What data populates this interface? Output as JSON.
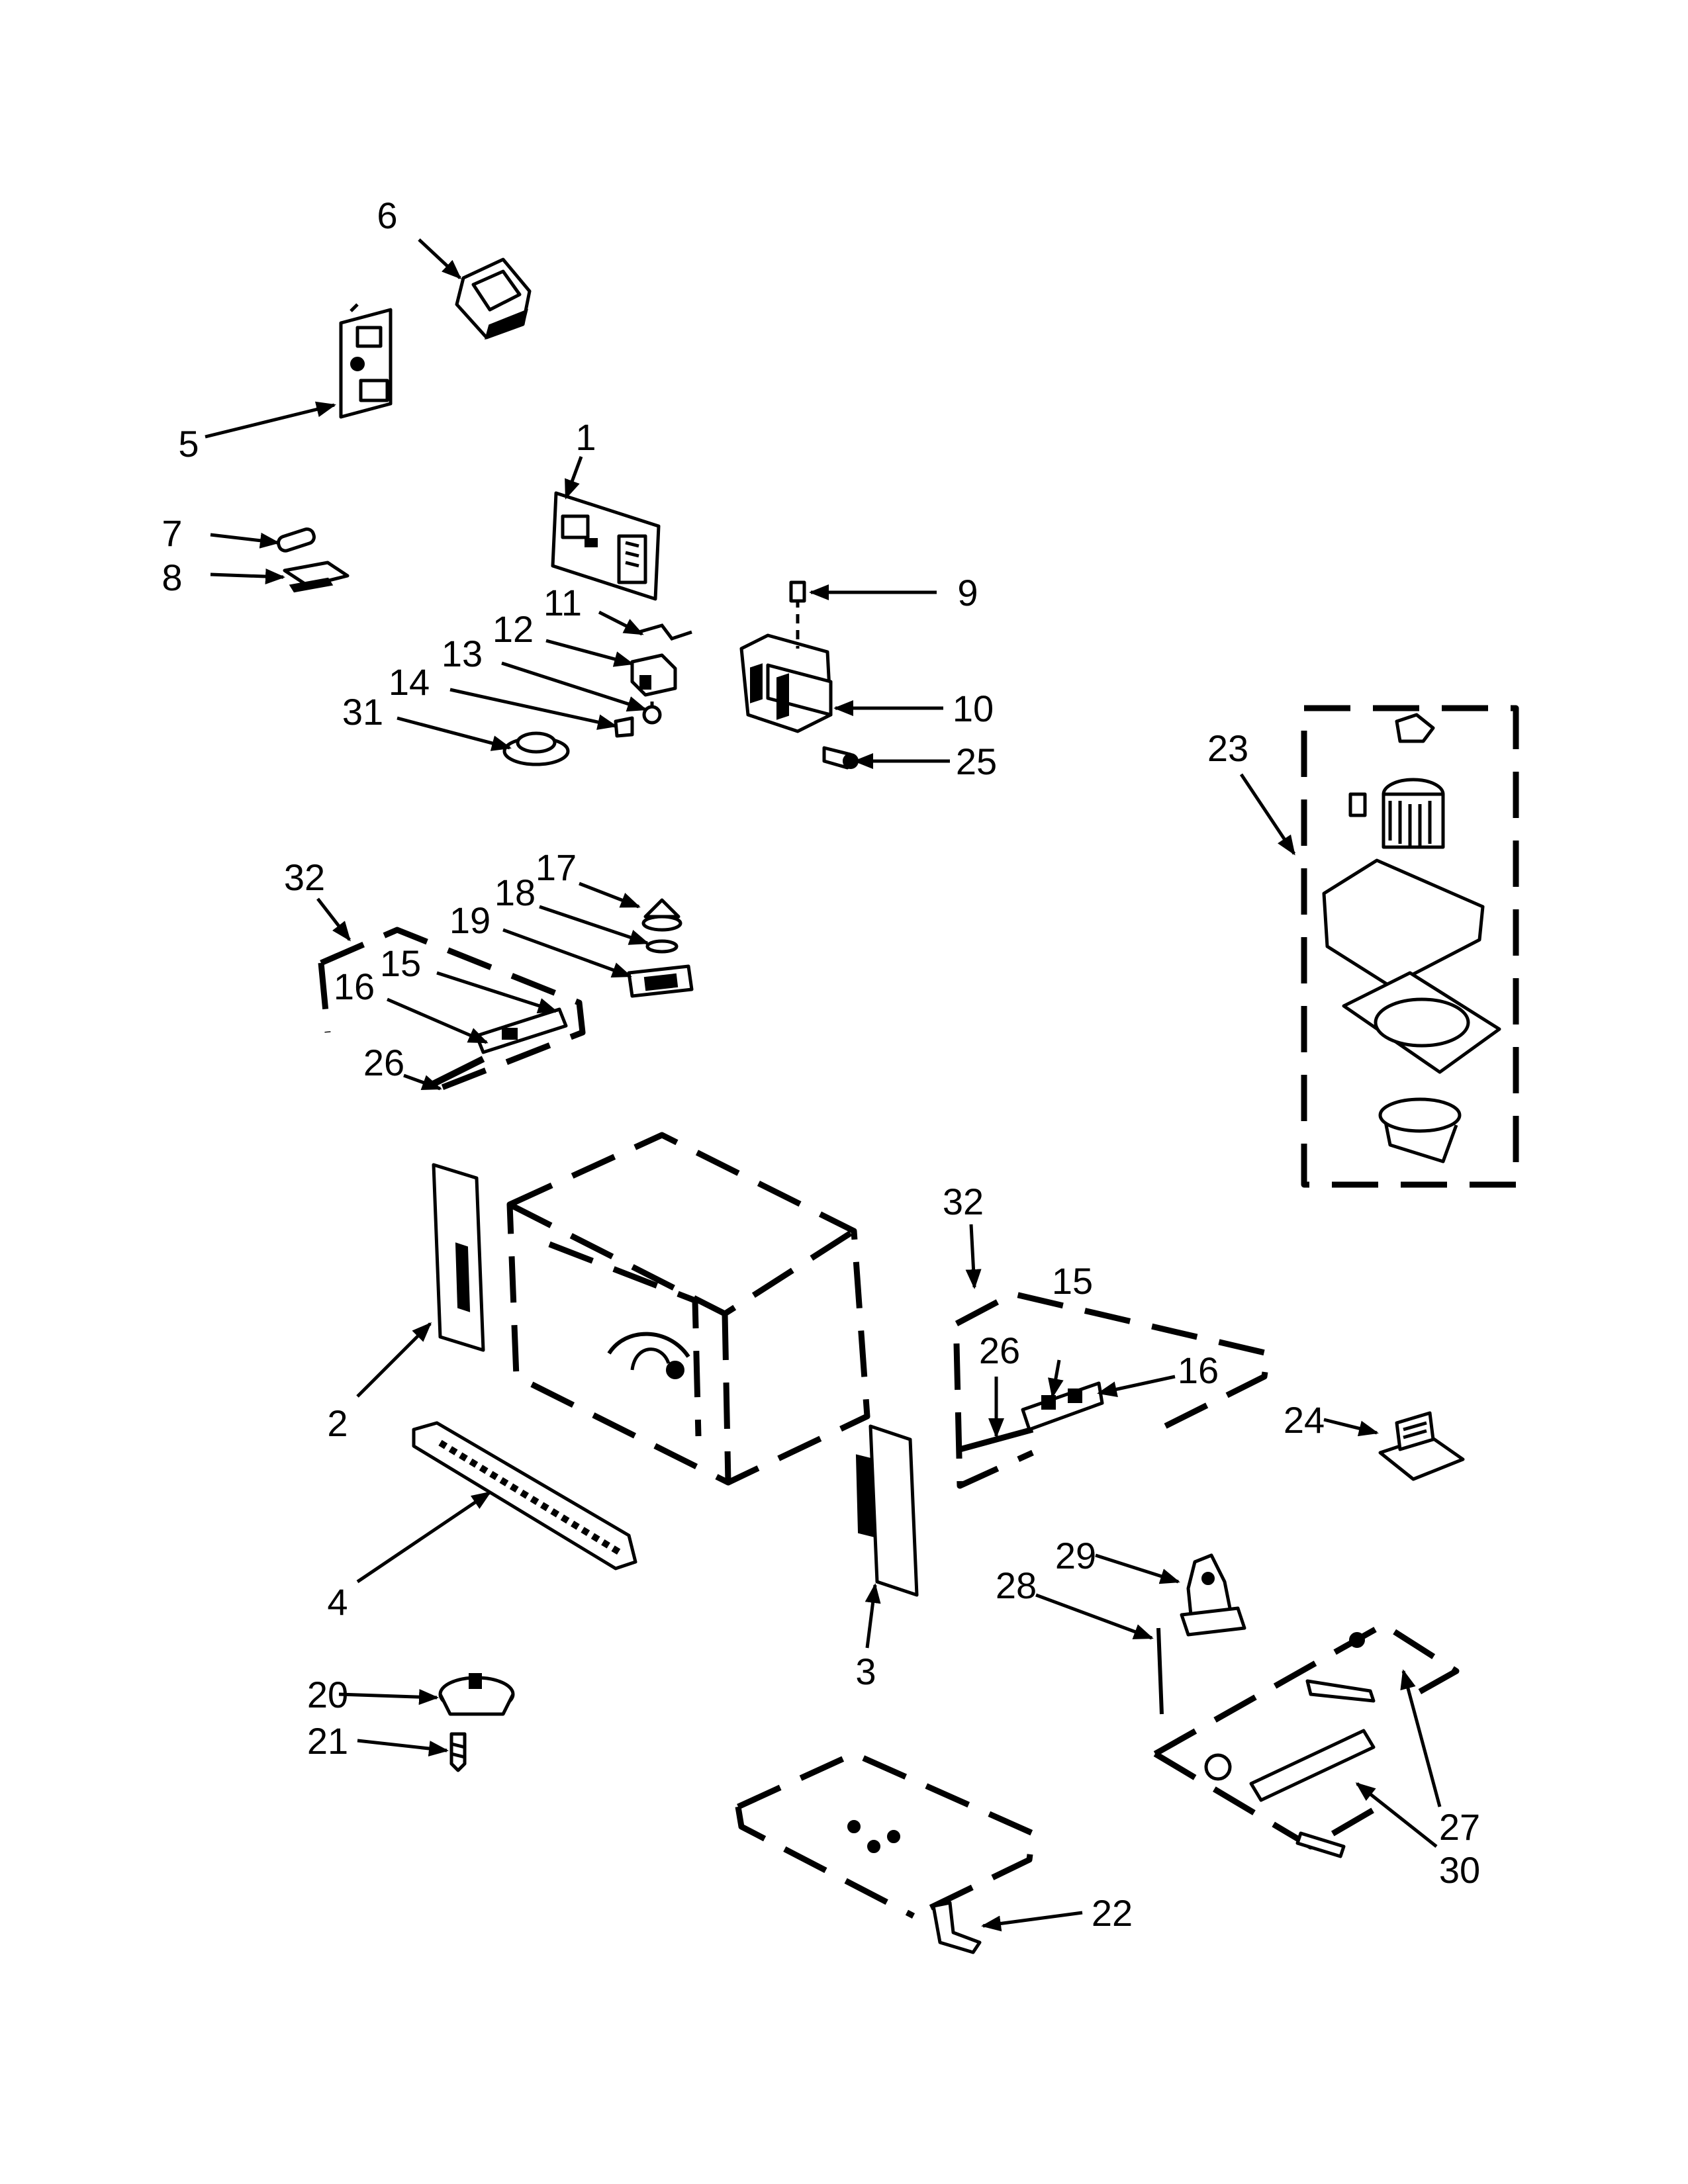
{
  "diagram": {
    "callouts": [
      {
        "id": "c1",
        "label": "1"
      },
      {
        "id": "c2",
        "label": "2"
      },
      {
        "id": "c3",
        "label": "3"
      },
      {
        "id": "c4",
        "label": "4"
      },
      {
        "id": "c5",
        "label": "5"
      },
      {
        "id": "c6",
        "label": "6"
      },
      {
        "id": "c7",
        "label": "7"
      },
      {
        "id": "c8",
        "label": "8"
      },
      {
        "id": "c9",
        "label": "9"
      },
      {
        "id": "c10",
        "label": "10"
      },
      {
        "id": "c11",
        "label": "11"
      },
      {
        "id": "c12",
        "label": "12"
      },
      {
        "id": "c13",
        "label": "13"
      },
      {
        "id": "c14",
        "label": "14"
      },
      {
        "id": "c15a",
        "label": "15"
      },
      {
        "id": "c15b",
        "label": "15"
      },
      {
        "id": "c16a",
        "label": "16"
      },
      {
        "id": "c16b",
        "label": "16"
      },
      {
        "id": "c17",
        "label": "17"
      },
      {
        "id": "c18",
        "label": "18"
      },
      {
        "id": "c19",
        "label": "19"
      },
      {
        "id": "c20",
        "label": "20"
      },
      {
        "id": "c21",
        "label": "21"
      },
      {
        "id": "c22",
        "label": "22"
      },
      {
        "id": "c23",
        "label": "23"
      },
      {
        "id": "c24",
        "label": "24"
      },
      {
        "id": "c25",
        "label": "25"
      },
      {
        "id": "c26a",
        "label": "26"
      },
      {
        "id": "c26b",
        "label": "26"
      },
      {
        "id": "c27",
        "label": "27"
      },
      {
        "id": "c28",
        "label": "28"
      },
      {
        "id": "c29",
        "label": "29"
      },
      {
        "id": "c30",
        "label": "30"
      },
      {
        "id": "c31",
        "label": "31"
      },
      {
        "id": "c32a",
        "label": "32"
      },
      {
        "id": "c32b",
        "label": "32"
      }
    ]
  }
}
